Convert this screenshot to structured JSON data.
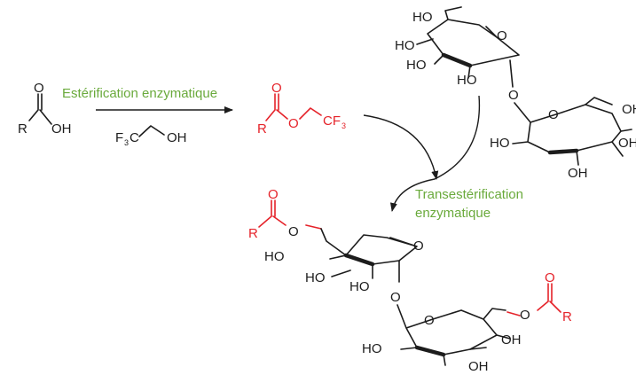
{
  "step1": {
    "label": "Estérification enzymatique",
    "reagent": {
      "main": "F",
      "sub": "3",
      "tail": "C",
      "oh": "OH"
    },
    "acid": {
      "r": "R",
      "o": "O",
      "oh": "OH"
    },
    "ester": {
      "r": "R",
      "o_carbonyl": "O",
      "o_ester": "O",
      "cf": "CF",
      "sub": "3"
    }
  },
  "step2": {
    "label_line1": "Transestérification",
    "label_line2": "enzymatique"
  },
  "trehalose": {
    "top_ring": {
      "ho1": "HO",
      "ho2": "HO",
      "ho3": "HO",
      "ho4": "HO",
      "o": "O"
    },
    "bridge_o": "O",
    "bottom_ring": {
      "o": "O",
      "oh1": "OH",
      "oh2": "OH",
      "oh3": "OH",
      "ho": "HO"
    }
  },
  "product": {
    "left_ester": {
      "r": "R",
      "o_carbonyl": "O",
      "o_link": "O"
    },
    "top_ring": {
      "ho1": "HO",
      "ho2": "HO",
      "ho3": "HO",
      "o": "O"
    },
    "bridge_o": "O",
    "bottom_ring": {
      "o": "O",
      "oh1": "OH",
      "oh2": "OH",
      "ho": "HO"
    },
    "right_ester": {
      "r": "R",
      "o_carbonyl": "O",
      "o_link": "O"
    }
  },
  "colors": {
    "ester_group": "#e5232a",
    "reaction_label": "#6aaa3c",
    "structure": "#1c1c1c"
  }
}
